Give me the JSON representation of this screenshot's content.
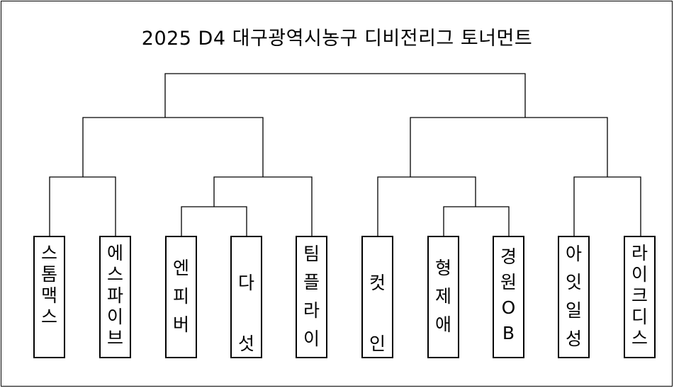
{
  "title": "2025 D4 대구광역시농구 디비전리그 토너먼트",
  "teams": [
    {
      "name": "스\n톰\n맥\n스"
    },
    {
      "name": "에\n스\n파\n이\n브"
    },
    {
      "name": "엔\n피\n버"
    },
    {
      "name": "다\n섯"
    },
    {
      "name": "팀\n플\n라\n이"
    },
    {
      "name": "컷\n인"
    },
    {
      "name": "형\n제\n애"
    },
    {
      "name": "경\n원\nO\nB"
    },
    {
      "name": "아\n잇\n일\n성"
    },
    {
      "name": "라\n이\n크\n디\n스"
    }
  ]
}
